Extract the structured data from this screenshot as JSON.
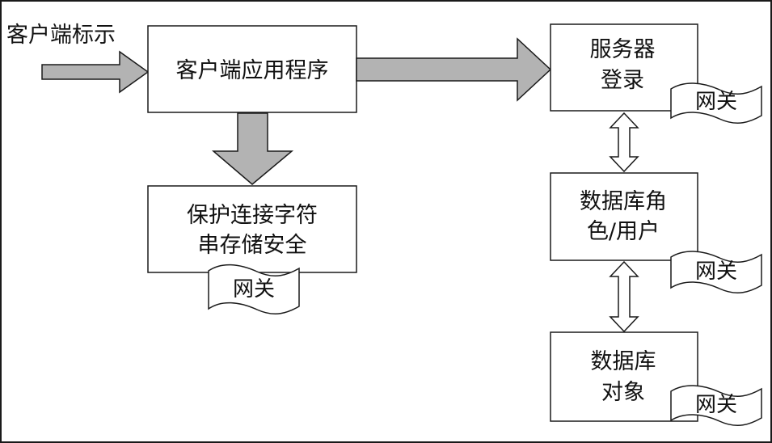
{
  "input_label": "客户端标示",
  "boxes": {
    "client_app": {
      "lines": [
        "客户端应用程序"
      ]
    },
    "protect": {
      "lines": [
        "保护连接字符",
        "串存储安全"
      ]
    },
    "server_login": {
      "lines": [
        "服务器",
        "登录"
      ]
    },
    "db_role": {
      "lines": [
        "数据库角",
        "色/用户"
      ]
    },
    "db_object": {
      "lines": [
        "数据库",
        "对象"
      ]
    }
  },
  "gateway_label": "网关",
  "colors": {
    "arrow_fill": "#b3b3b3",
    "stroke": "#1a1a1a",
    "box_fill": "#ffffff"
  }
}
